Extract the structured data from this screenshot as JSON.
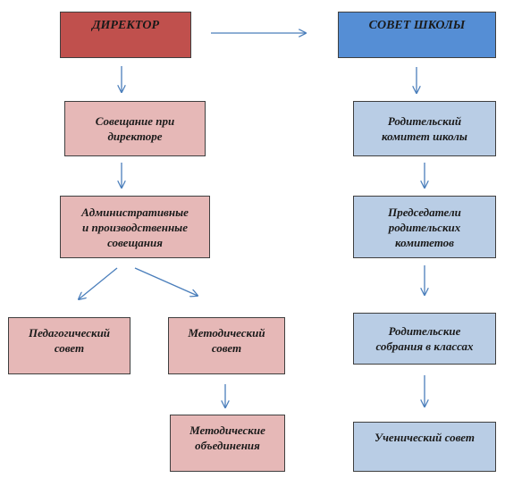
{
  "colors": {
    "director": "#c0504d",
    "left_boxes": "#e6b8b7",
    "school_council": "#558ed5",
    "right_boxes": "#b9cde5",
    "arrows": "#4a7ebb"
  },
  "left": {
    "director": "ДИРЕКТОР",
    "meeting_line1": "Совещание при",
    "meeting_line2": "директоре",
    "admin_line1": "Административные",
    "admin_line2": "и производственные",
    "admin_line3": "совещания",
    "ped_line1": "Педагогический",
    "ped_line2": "совет",
    "method_line1": "Методический",
    "method_line2": "совет",
    "assoc_line1": "Методические",
    "assoc_line2": "объединения"
  },
  "right": {
    "council": "СОВЕТ ШКОЛЫ",
    "parent_committee_line1": "Родительский",
    "parent_committee_line2": "комитет школы",
    "chairs_line1": "Председатели",
    "chairs_line2": "родительских",
    "chairs_line3": "комитетов",
    "meetings_line1": "Родительские",
    "meetings_line2": "собрания в классах",
    "student_council": "Ученический совет"
  }
}
